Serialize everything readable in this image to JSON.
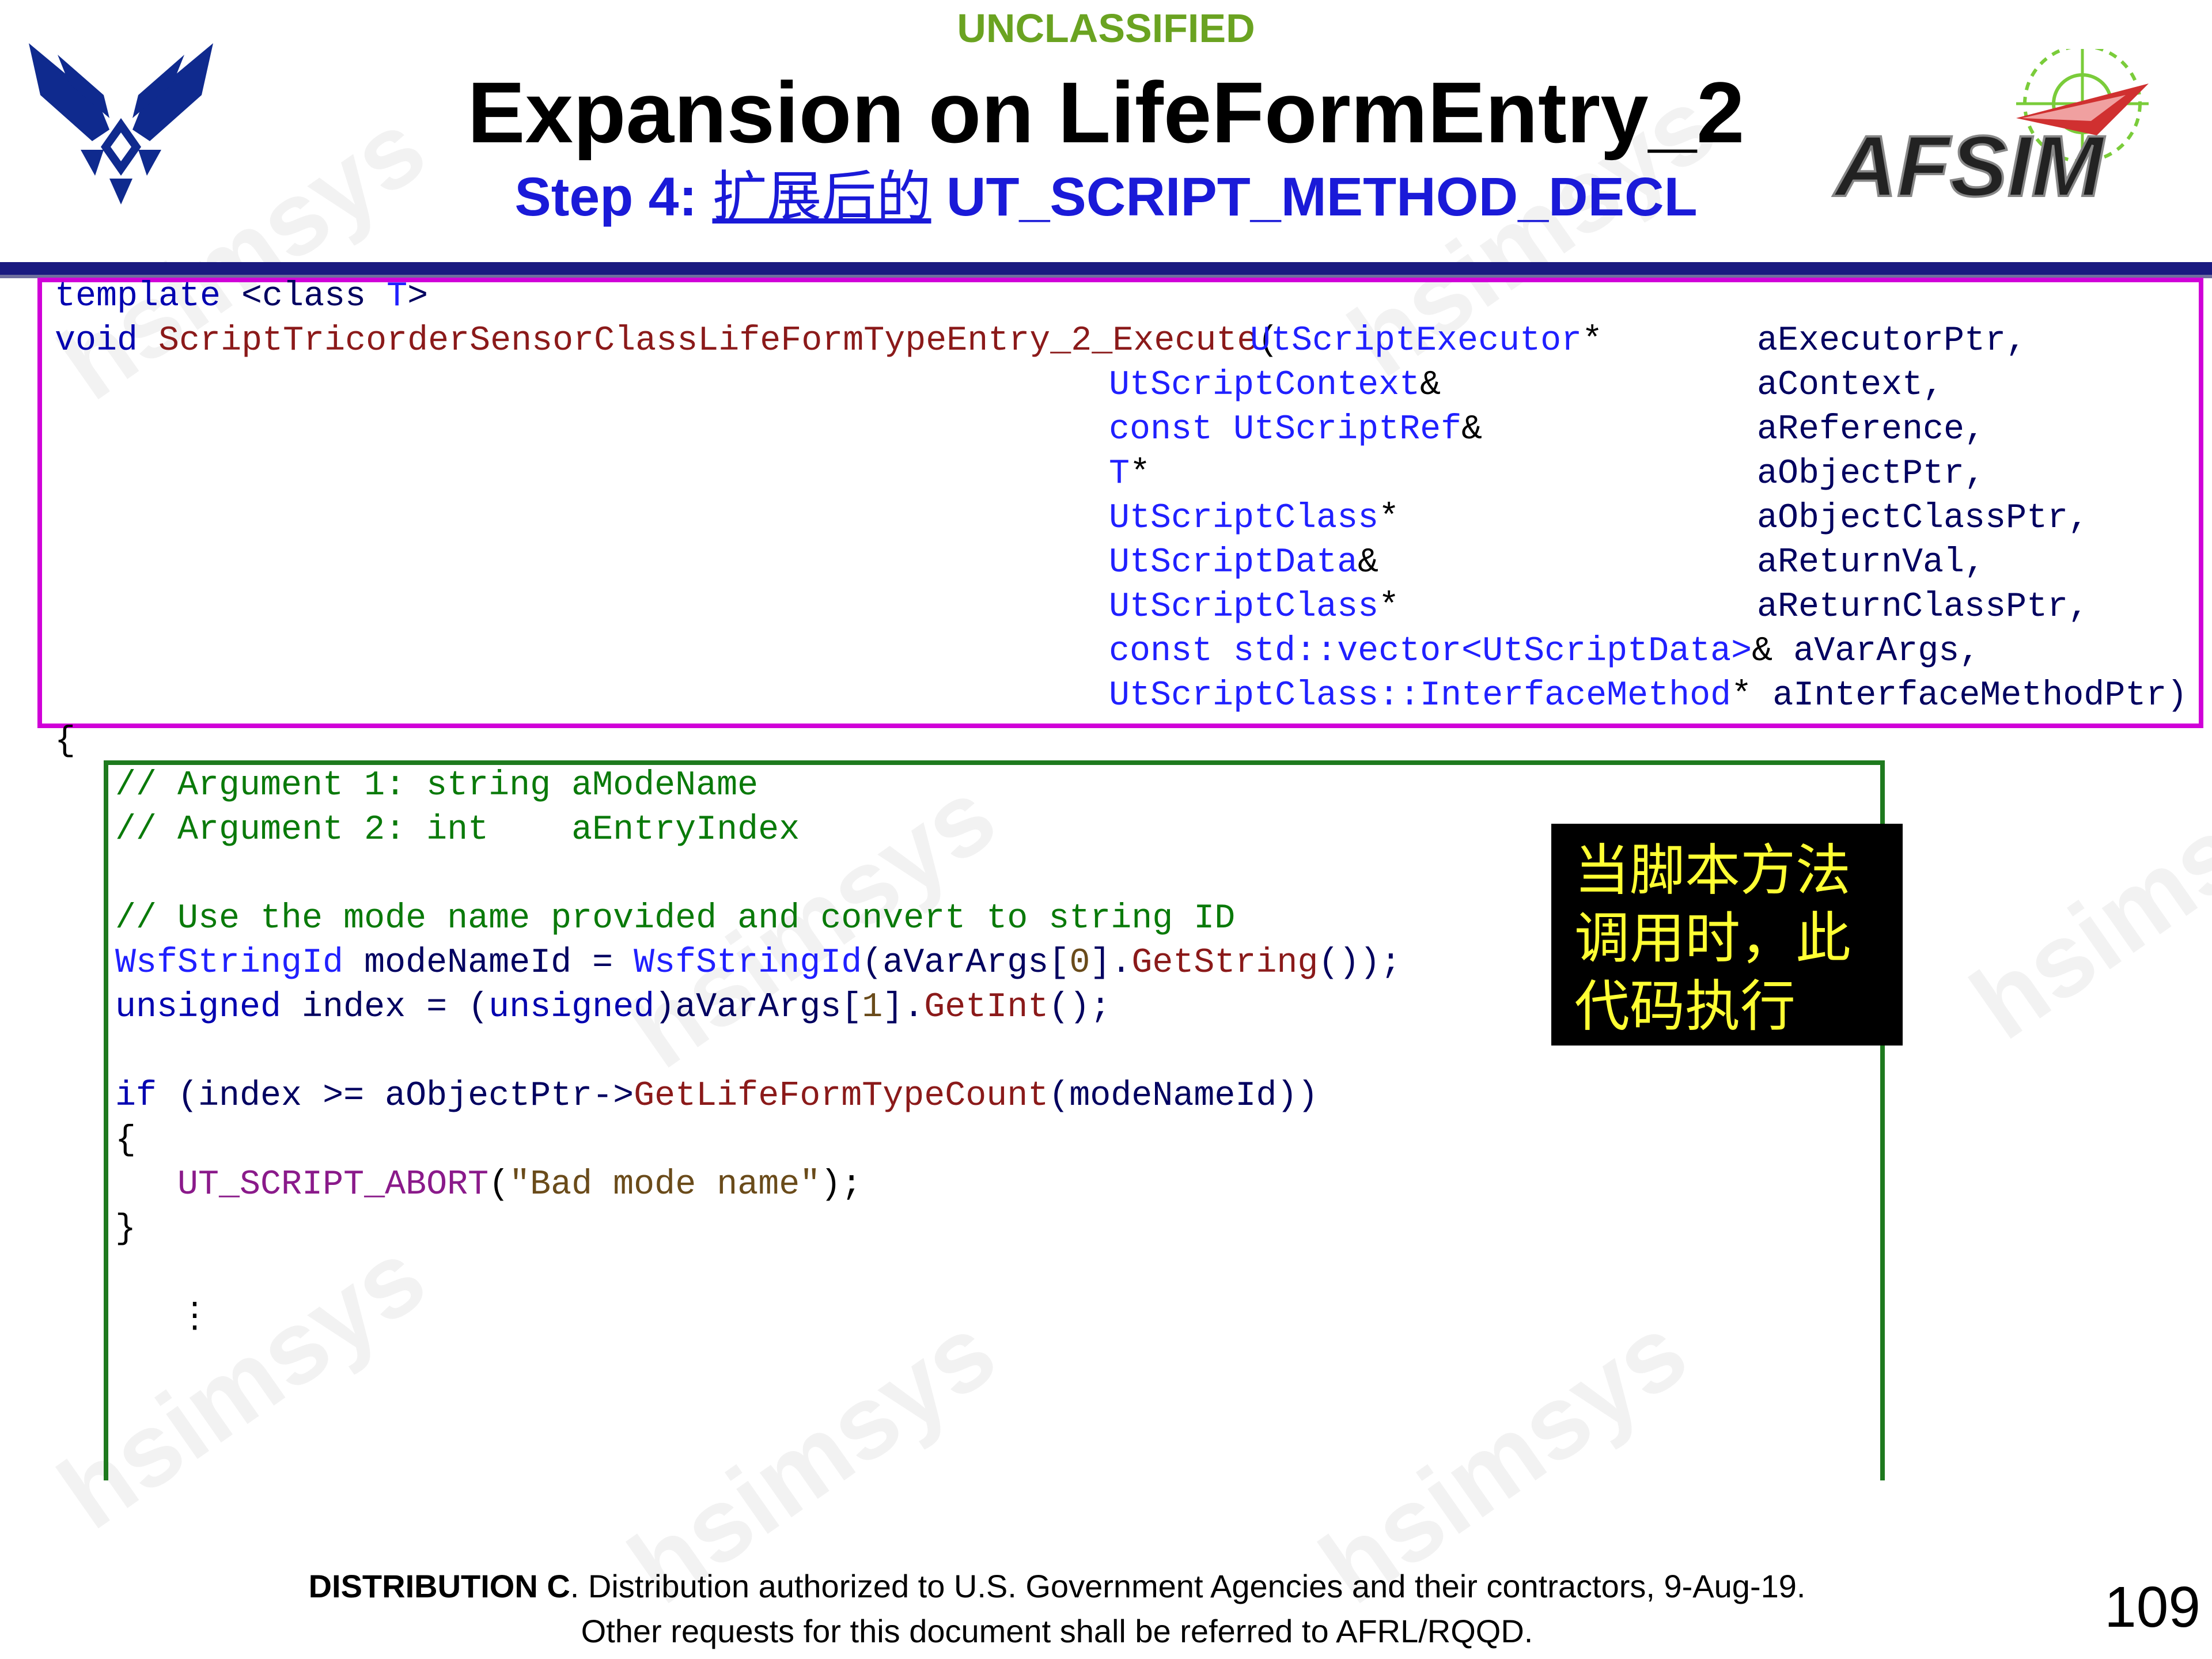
{
  "classification": "UNCLASSIFIED",
  "title": "Expansion on LifeFormEntry_2",
  "subtitle": {
    "prefix": "Step 4: ",
    "chinese": "扩展后的",
    "suffix": " UT_SCRIPT_METHOD_DECL"
  },
  "logos": {
    "left": "air-force-wings-logo",
    "right_text": "AFSIM"
  },
  "watermark_text": "hsimsys",
  "code_top": {
    "line1_kw1": "template",
    "line1_rest": " <class ",
    "line1_T": "T",
    "line1_end": ">",
    "line2_void": "void",
    "line2_fn": "ScriptTricorderSensorClassLifeFormTypeEntry_2_Execute",
    "params": [
      {
        "type": "UtScriptExecutor",
        "mod": "*",
        "name": "aExecutorPtr,"
      },
      {
        "type": "UtScriptContext",
        "mod": "&",
        "name": "aContext,"
      },
      {
        "type": "const UtScriptRef",
        "mod": "&",
        "name": "aReference,"
      },
      {
        "type": "T",
        "mod": "*",
        "name": "aObjectPtr,"
      },
      {
        "type": "UtScriptClass",
        "mod": "*",
        "name": "aObjectClassPtr,"
      },
      {
        "type": "UtScriptData",
        "mod": "&",
        "name": "aReturnVal,"
      },
      {
        "type": "UtScriptClass",
        "mod": "*",
        "name": "aReturnClassPtr,"
      },
      {
        "type": "const std::vector<UtScriptData>",
        "mod": "&",
        "name": "aVarArgs,"
      },
      {
        "type": "UtScriptClass::InterfaceMethod",
        "mod": "*",
        "name": "aInterfaceMethodPtr)"
      }
    ],
    "open_brace": "{"
  },
  "code_body": {
    "comment1": "// Argument 1: string aModeName",
    "comment2": "// Argument 2: int    aEntryIndex",
    "comment3": "// Use the mode name provided and convert to string ID",
    "line_wsf_type": "WsfStringId",
    "line_wsf_var": " modeNameId = ",
    "line_wsf_fn": "WsfStringId",
    "line_wsf_a": "(aVarArgs[",
    "line_wsf_idx": "0",
    "line_wsf_b": "].",
    "line_wsf_call": "GetString",
    "line_wsf_end": "());",
    "line_unsigned_kw": "unsigned",
    "line_unsigned_var": " index = (",
    "line_unsigned_kw2": "unsigned",
    "line_unsigned_a": ")aVarArgs[",
    "line_unsigned_idx": "1",
    "line_unsigned_b": "].",
    "line_unsigned_call": "GetInt",
    "line_unsigned_end": "();",
    "if_kw": "if",
    "if_a": " (index >= aObjectPtr->",
    "if_call": "GetLifeFormTypeCount",
    "if_end": "(modeNameId))",
    "brace_open": "{",
    "abort_macro": "UT_SCRIPT_ABORT",
    "abort_a": "(",
    "abort_str": "\"Bad mode name\"",
    "abort_end": ");",
    "brace_close": "}",
    "ellipsis": "⋮"
  },
  "note": "当脚本方法调用时，此代码执行",
  "footer": {
    "dist_bold": "DISTRIBUTION C",
    "dist_line1": ". Distribution authorized to U.S. Government Agencies and their contractors, 9-Aug-19.",
    "dist_line2": "Other requests for this document shall be referred to AFRL/RQQD.",
    "page_number": "109"
  }
}
